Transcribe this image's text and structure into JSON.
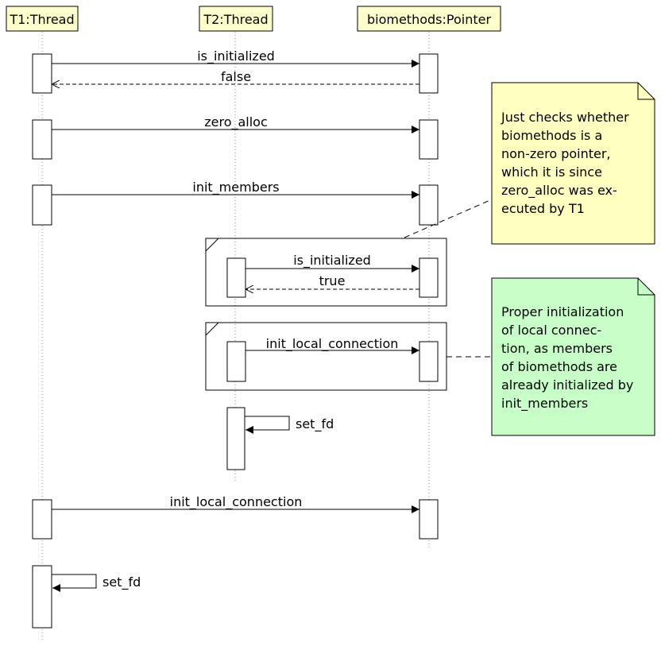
{
  "participants": {
    "t1": "T1:Thread",
    "t2": "T2:Thread",
    "bio": "biomethods:Pointer"
  },
  "messages": {
    "m1": "is_initialized",
    "m1_ret": "false",
    "m2": "zero_alloc",
    "m3": "init_members",
    "m4": "is_initialized",
    "m4_ret": "true",
    "m5": "init_local_connection",
    "m6": "set_fd",
    "m7": "init_local_connection",
    "m8": "set_fd"
  },
  "notes": {
    "yellow": {
      "color": "#ffffc0",
      "lines": [
        "Just checks whether",
        "biomethods is a",
        "non-zero pointer,",
        "which it is since",
        "zero_alloc was ex-",
        "ecuted by T1"
      ]
    },
    "green": {
      "color": "#c8ffc8",
      "lines": [
        "Proper initialization",
        "of local connec-",
        "tion, as members",
        "of biomethods are",
        "already initialized by",
        "init_members"
      ]
    }
  },
  "colors": {
    "participant_fill": "#ffffcc",
    "line": "#000000"
  }
}
